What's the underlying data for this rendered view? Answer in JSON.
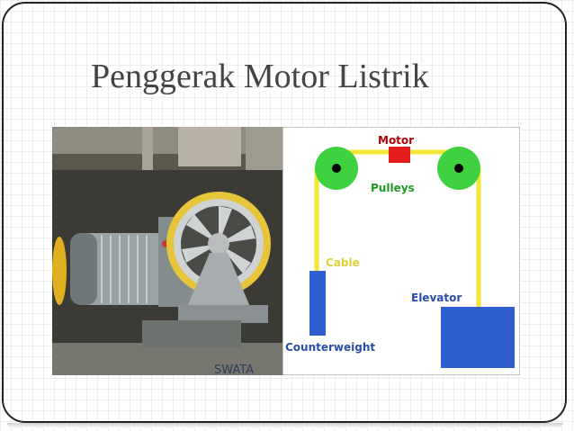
{
  "slide": {
    "title": "Penggerak Motor Listrik"
  },
  "photo": {
    "wall_text": "SWATA"
  },
  "diagram": {
    "motor_label": "Motor",
    "pulleys_label": "Pulleys",
    "cable_label": "Cable",
    "elevator_label": "Elevator",
    "counterweight_label": "Counterweight",
    "colors": {
      "pulley": "#3fd13f",
      "motor": "#e31b1b",
      "cable": "#f4e536",
      "counterweight": "#2f5fcf",
      "elevator": "#2f5fcf",
      "motor_text": "#b30000",
      "pulleys_text": "#1e9b1e",
      "cable_text": "#e0d23a",
      "elevator_text": "#2b4fa8",
      "counterweight_text": "#2b4fa8"
    }
  }
}
